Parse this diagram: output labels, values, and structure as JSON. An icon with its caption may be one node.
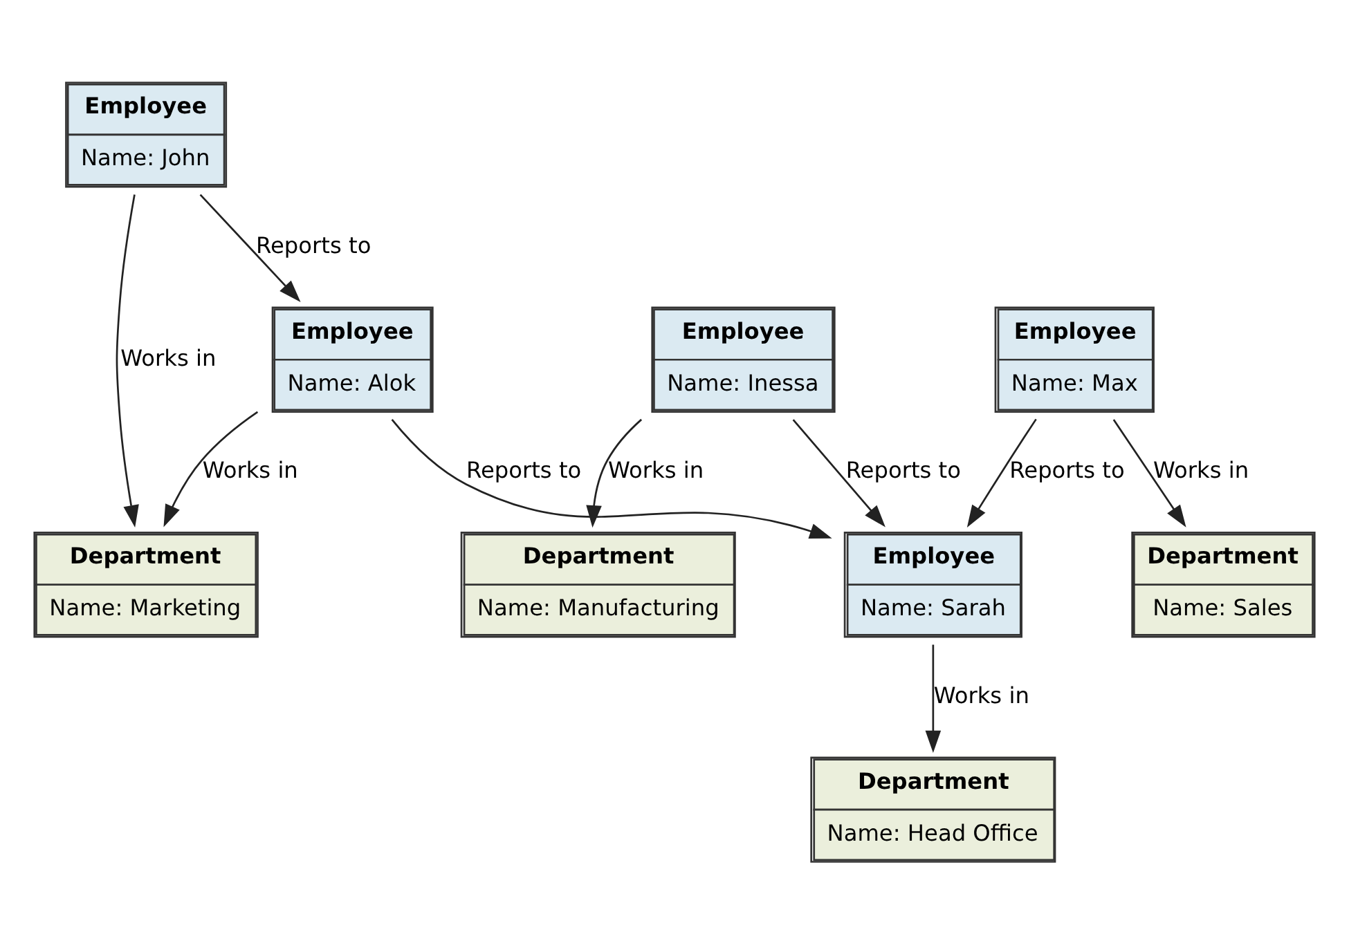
{
  "diagram": {
    "nodes": [
      {
        "text": [
          "Employee",
          "Name: Sarah"
        ]
      },
      {
        "text": [
          "Department",
          "Name: Head Office"
        ]
      },
      {
        "text": [
          "Employee",
          "Name: Alok"
        ]
      },
      {
        "text": [
          "Employee",
          "Name: Inessa"
        ]
      },
      {
        "text": [
          "Department",
          "Name: Manufacturing"
        ]
      },
      {
        "text": [
          "Employee",
          "Name: Max"
        ]
      },
      {
        "text": [
          "Employee",
          "Name: John"
        ]
      },
      {
        "text": [
          "Department",
          "Name: Marketing"
        ]
      },
      {
        "text": [
          "Department",
          "Name: Sales"
        ]
      }
    ],
    "edges": [
      {
        "from": 0,
        "to": 1,
        "arrow": "to",
        "label": "Works in"
      },
      {
        "from": 5,
        "to": 0,
        "arrow": "to",
        "label": "Reports to"
      },
      {
        "from": 2,
        "to": 0,
        "arrow": "to",
        "label": "Reports to"
      },
      {
        "from": 3,
        "to": 0,
        "arrow": "to",
        "label": "Reports to"
      },
      {
        "from": 3,
        "to": 4,
        "arrow": "to",
        "label": "Works in"
      },
      {
        "from": 2,
        "to": 7,
        "arrow": "to",
        "label": "Works in"
      },
      {
        "from": 6,
        "to": 2,
        "arrow": "to",
        "label": "Reports to"
      },
      {
        "from": 6,
        "to": 7,
        "arrow": "to",
        "label": "Works in"
      },
      {
        "from": 5,
        "to": 8,
        "arrow": "to",
        "label": "Works in"
      }
    ]
  }
}
